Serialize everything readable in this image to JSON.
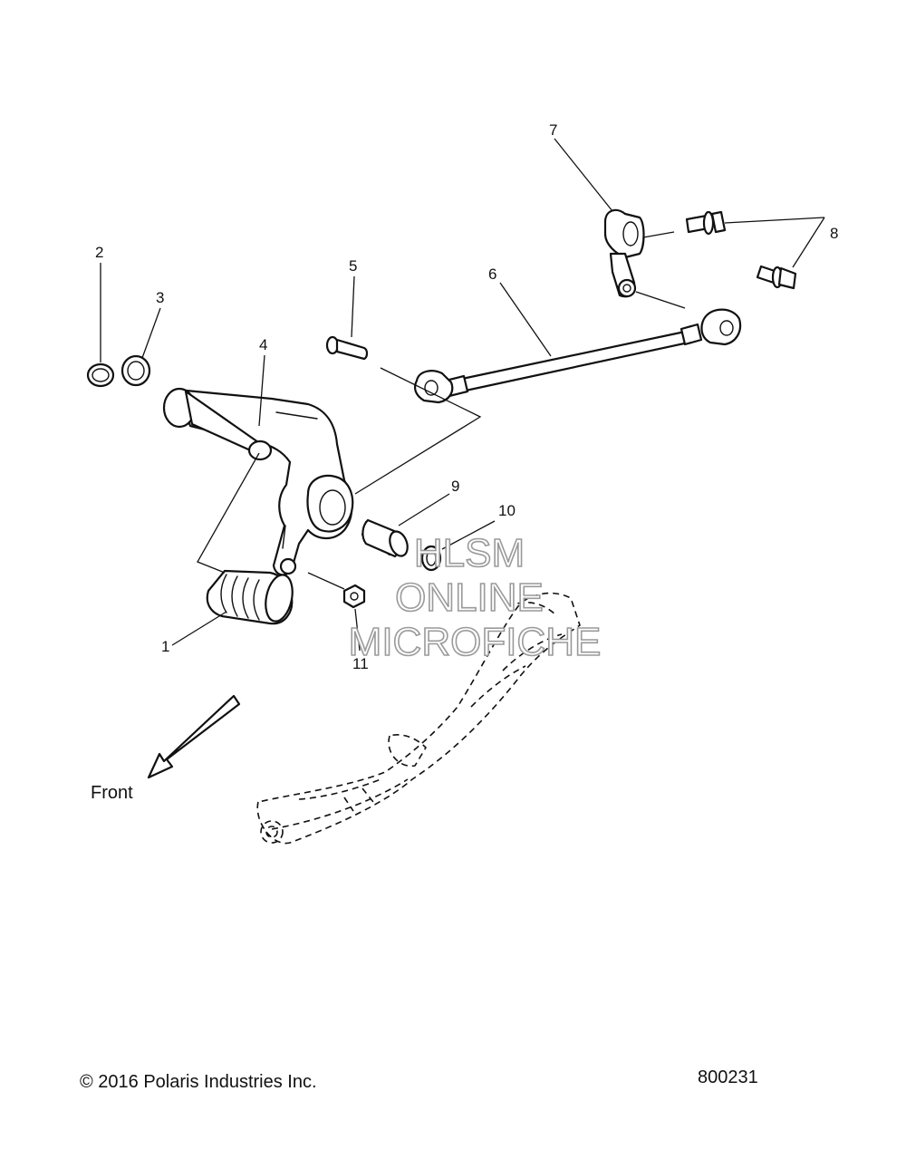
{
  "diagram": {
    "callouts": [
      "1",
      "2",
      "3",
      "4",
      "5",
      "6",
      "7",
      "8",
      "9",
      "10",
      "11"
    ],
    "front_label": "Front",
    "watermark": {
      "line1": "HLSM",
      "line2": "ONLINE",
      "line3": "MICROFICHE"
    },
    "footer": {
      "copyright": "© 2016 Polaris Industries Inc.",
      "figure_number": "800231"
    }
  }
}
